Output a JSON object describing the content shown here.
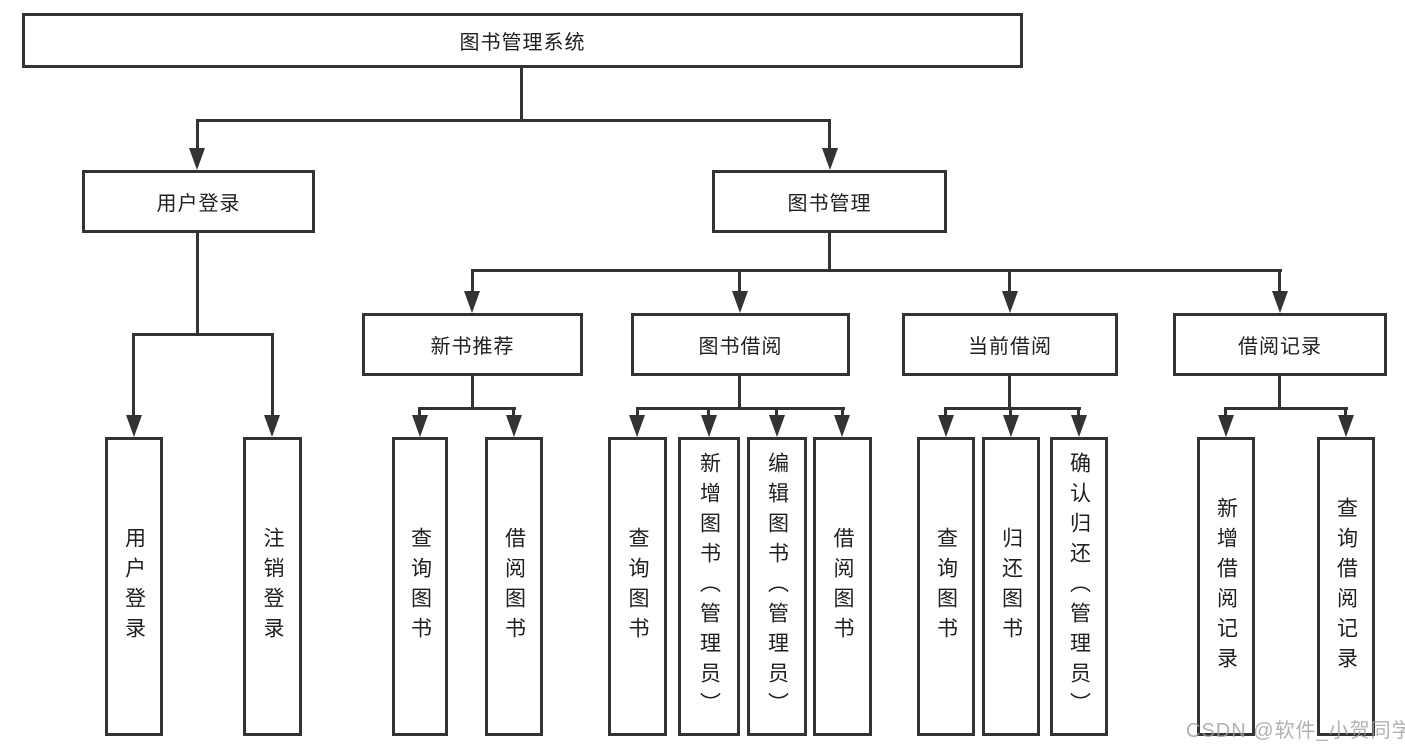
{
  "title": "图书管理系统",
  "tree": {
    "root": {
      "label": "图书管理系统"
    },
    "level2": [
      {
        "label": "用户登录",
        "parent": "图书管理系统"
      },
      {
        "label": "图书管理",
        "parent": "图书管理系统"
      }
    ],
    "level3": [
      {
        "label": "新书推荐",
        "parent": "图书管理"
      },
      {
        "label": "图书借阅",
        "parent": "图书管理"
      },
      {
        "label": "当前借阅",
        "parent": "图书管理"
      },
      {
        "label": "借阅记录",
        "parent": "图书管理"
      }
    ],
    "leaves": [
      {
        "label": "用户登录",
        "parent": "用户登录"
      },
      {
        "label": "注销登录",
        "parent": "用户登录"
      },
      {
        "label": "查询图书",
        "parent": "新书推荐"
      },
      {
        "label": "借阅图书",
        "parent": "新书推荐"
      },
      {
        "label": "查询图书",
        "parent": "图书借阅"
      },
      {
        "label": "新增图书（管理员）",
        "parent": "图书借阅"
      },
      {
        "label": "编辑图书（管理员）",
        "parent": "图书借阅"
      },
      {
        "label": "借阅图书",
        "parent": "图书借阅"
      },
      {
        "label": "查询图书",
        "parent": "当前借阅"
      },
      {
        "label": "归还图书",
        "parent": "当前借阅"
      },
      {
        "label": "确认归还（管理员）",
        "parent": "当前借阅"
      },
      {
        "label": "新增借阅记录",
        "parent": "借阅记录"
      },
      {
        "label": "查询借阅记录",
        "parent": "借阅记录"
      }
    ]
  },
  "watermark": {
    "text": "CSDN @软件_小贺同学"
  },
  "colors": {
    "line": "#333333",
    "box_border": "#333333",
    "text": "#1f1f1f",
    "watermark": "#9e9e9e",
    "background": "#ffffff"
  }
}
